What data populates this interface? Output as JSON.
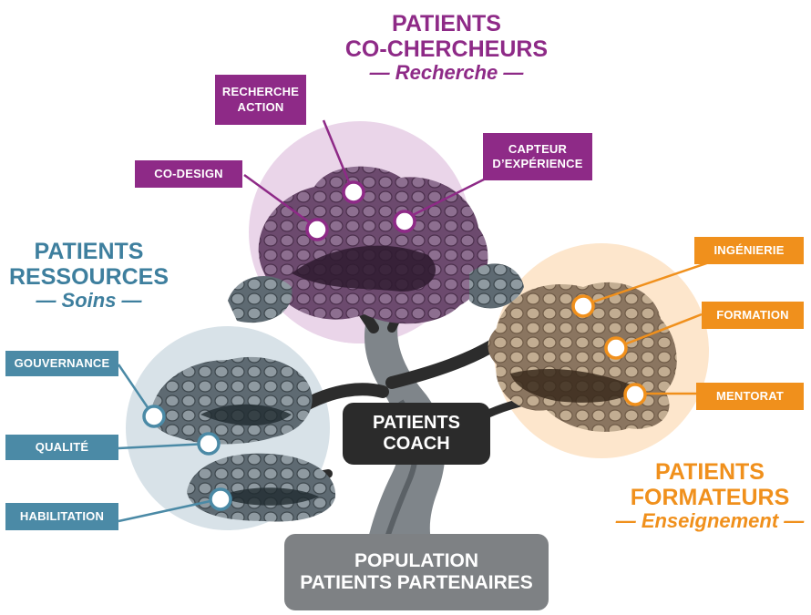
{
  "groups": {
    "cochercheurs": {
      "title_line1": "PATIENTS",
      "title_line2": "CO-CHERCHEURS",
      "subtitle": "— Recherche —",
      "color": "#8e2a87",
      "tags": [
        "RECHERCHE ACTION",
        "CO-DESIGN",
        "CAPTEUR D’EXPÉRIENCE"
      ]
    },
    "ressources": {
      "title_line1": "PATIENTS",
      "title_line2": "RESSOURCES",
      "subtitle": "— Soins —",
      "color": "#3e7f9e",
      "tags": [
        "GOUVERNANCE",
        "QUALITÉ",
        "HABILITATION"
      ]
    },
    "formateurs": {
      "title_line1": "PATIENTS",
      "title_line2": "FORMATEURS",
      "subtitle": "— Enseignement —",
      "color": "#f0901c",
      "tags": [
        "INGÉNIERIE",
        "FORMATION",
        "MENTORAT"
      ]
    }
  },
  "center": {
    "line1": "PATIENTS",
    "line2": "COACH"
  },
  "base": {
    "line1": "POPULATION",
    "line2": "PATIENTS PARTENAIRES"
  }
}
